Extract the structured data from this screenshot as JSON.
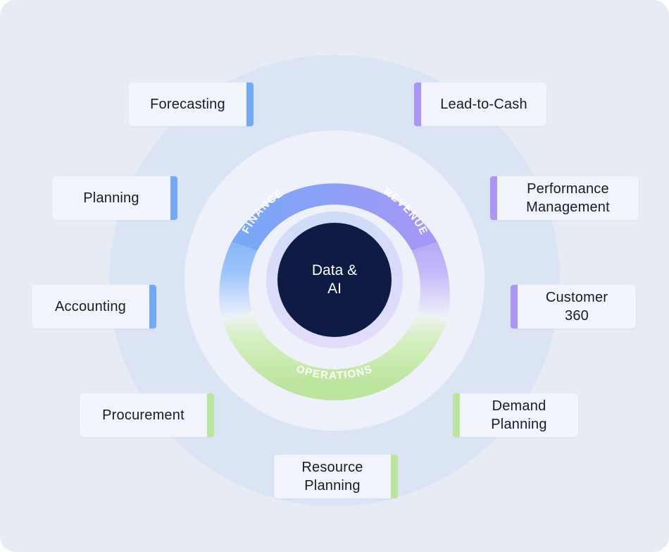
{
  "colors": {
    "background": "#e7ebf3",
    "finance": "#74a9f7",
    "revenue": "#a996f7",
    "operations": "#bbe59d",
    "core": "#0d1b45"
  },
  "center": {
    "line1": "Data &",
    "line2": "AI"
  },
  "segments": {
    "finance": "FINANCE",
    "revenue": "REVENUE",
    "operations": "OPERATIONS"
  },
  "cards": {
    "forecasting": {
      "line1": "Forecasting"
    },
    "planning": {
      "line1": "Planning"
    },
    "accounting": {
      "line1": "Accounting"
    },
    "procurement": {
      "line1": "Procurement"
    },
    "resource_planning": {
      "line1": "Resource",
      "line2": "Planning"
    },
    "lead_to_cash": {
      "line1": "Lead-to-Cash"
    },
    "performance_management": {
      "line1": "Performance",
      "line2": "Management"
    },
    "customer_360": {
      "line1": "Customer",
      "line2": "360"
    },
    "demand_planning": {
      "line1": "Demand",
      "line2": "Planning"
    }
  }
}
